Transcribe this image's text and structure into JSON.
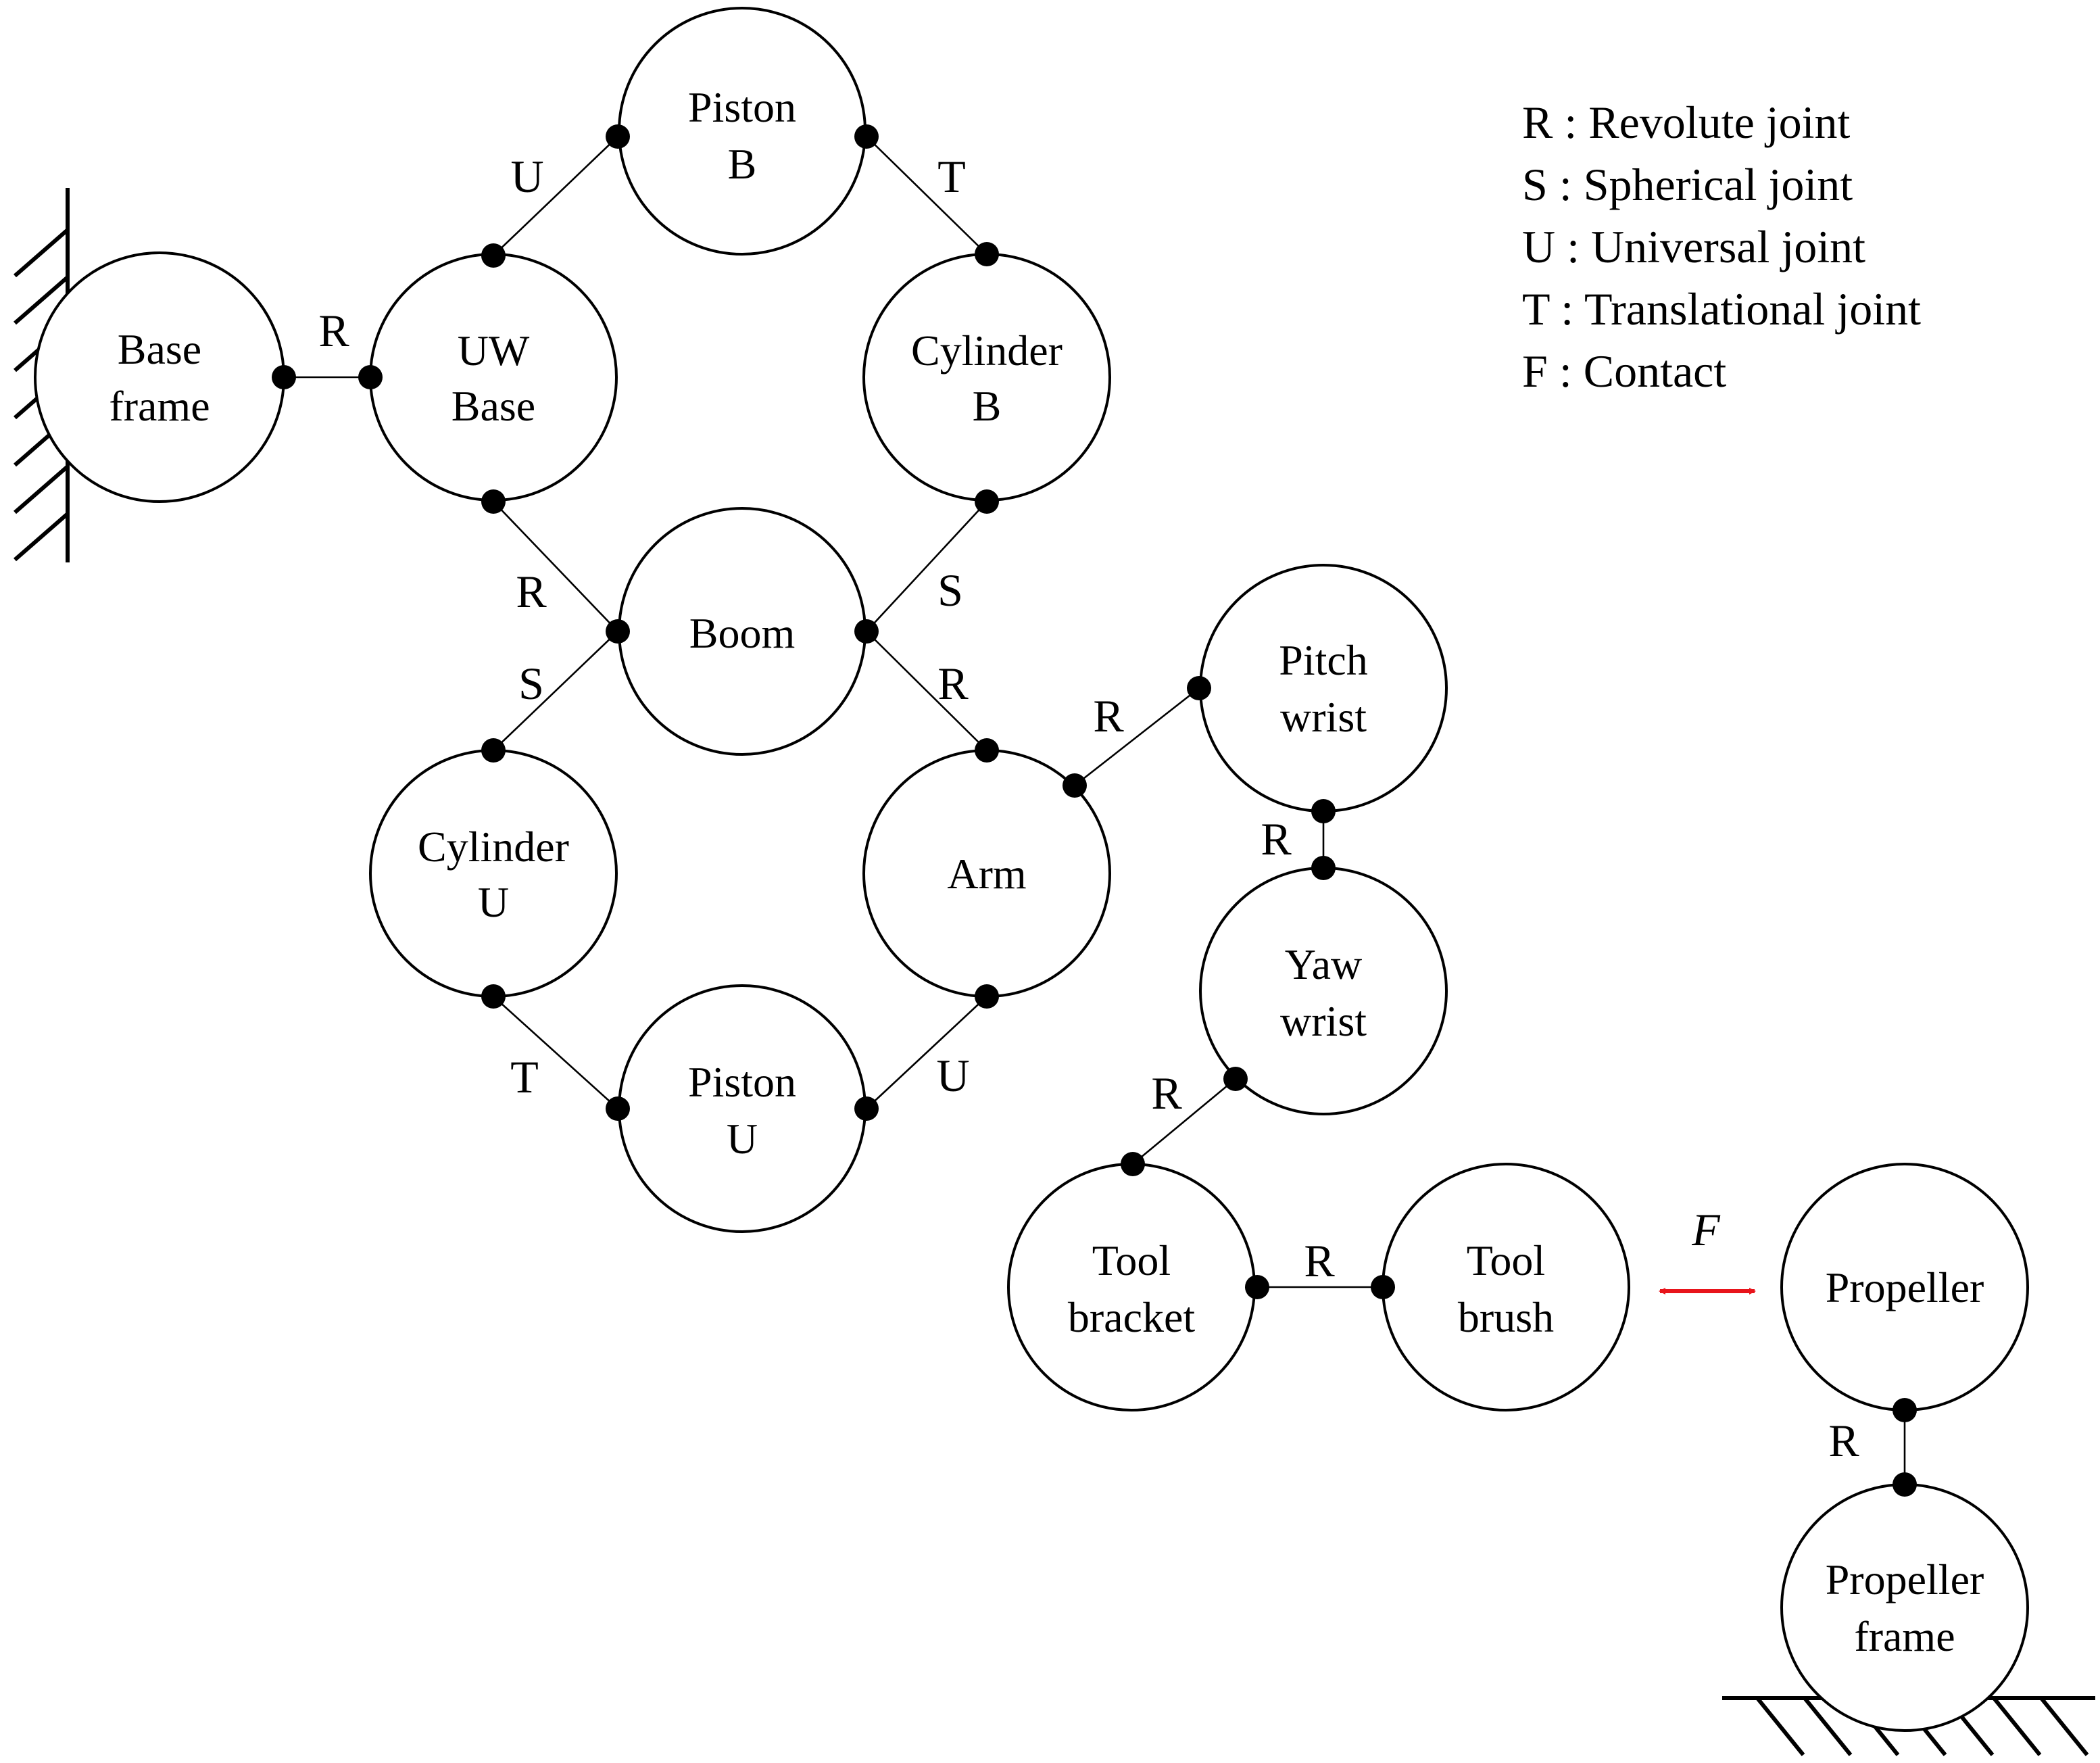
{
  "legend": {
    "items": [
      "R : Revolute joint",
      "S : Spherical joint",
      "U : Universal joint",
      "T : Translational joint",
      "F : Contact"
    ]
  },
  "bodies": {
    "base_frame": {
      "line1": "Base",
      "line2": "frame"
    },
    "uw_base": {
      "line1": "UW",
      "line2": "Base"
    },
    "piston_b": {
      "line1": "Piston",
      "line2": "B"
    },
    "cylinder_b": {
      "line1": "Cylinder",
      "line2": "B"
    },
    "boom": {
      "line1": "Boom"
    },
    "cylinder_u": {
      "line1": "Cylinder",
      "line2": "U"
    },
    "arm": {
      "line1": "Arm"
    },
    "piston_u": {
      "line1": "Piston",
      "line2": "U"
    },
    "pitch_wrist": {
      "line1": "Pitch",
      "line2": "wrist"
    },
    "yaw_wrist": {
      "line1": "Yaw",
      "line2": "wrist"
    },
    "tool_bracket": {
      "line1": "Tool",
      "line2": "bracket"
    },
    "tool_brush": {
      "line1": "Tool",
      "line2": "brush"
    },
    "propeller": {
      "line1": "Propeller"
    },
    "propeller_frame": {
      "line1": "Propeller",
      "line2": "frame"
    }
  },
  "joints": {
    "base_uw": "R",
    "uw_pistonb": "U",
    "pistonb_cylb": "T",
    "uw_boom": "R",
    "cylb_boom": "S",
    "boom_cylu": "S",
    "boom_arm": "R",
    "cylu_pistonu": "T",
    "pistonu_arm": "U",
    "arm_pitch": "R",
    "pitch_yaw": "R",
    "yaw_bracket": "R",
    "bracket_brush": "R",
    "propeller_frame": "R"
  },
  "contact": {
    "label": "F",
    "color": "#e8141b"
  }
}
